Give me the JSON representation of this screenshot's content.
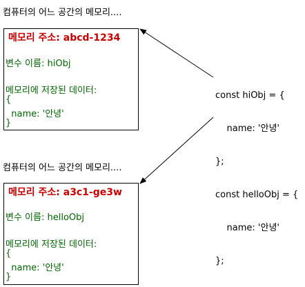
{
  "captions": {
    "top": "컴퓨터의 어느 공간의 메모리....",
    "bottom": "컴퓨터의 어느 공간의 메모리...."
  },
  "boxes": [
    {
      "address": "메모리 주소: abcd-1234",
      "var_name": "변수 이름: hiObj",
      "data_label": "메모리에 저장된 데이터:",
      "open_brace": "{",
      "content": "  name: '안녕'",
      "close_brace": "}"
    },
    {
      "address": "메모리 주소: a3c1-ge3w",
      "var_name": "변수 이름: helloObj",
      "data_label": "메모리에 저장된 데이터:",
      "open_brace": "{",
      "content": "  name: '안녕'",
      "close_brace": "}"
    }
  ],
  "code": [
    "const hiObj = {",
    "    name: '안녕'",
    "};",
    "const helloObj = {",
    "    name: '안녕'",
    "};"
  ],
  "colors": {
    "address": "#cc0000",
    "box_text": "#006600"
  }
}
